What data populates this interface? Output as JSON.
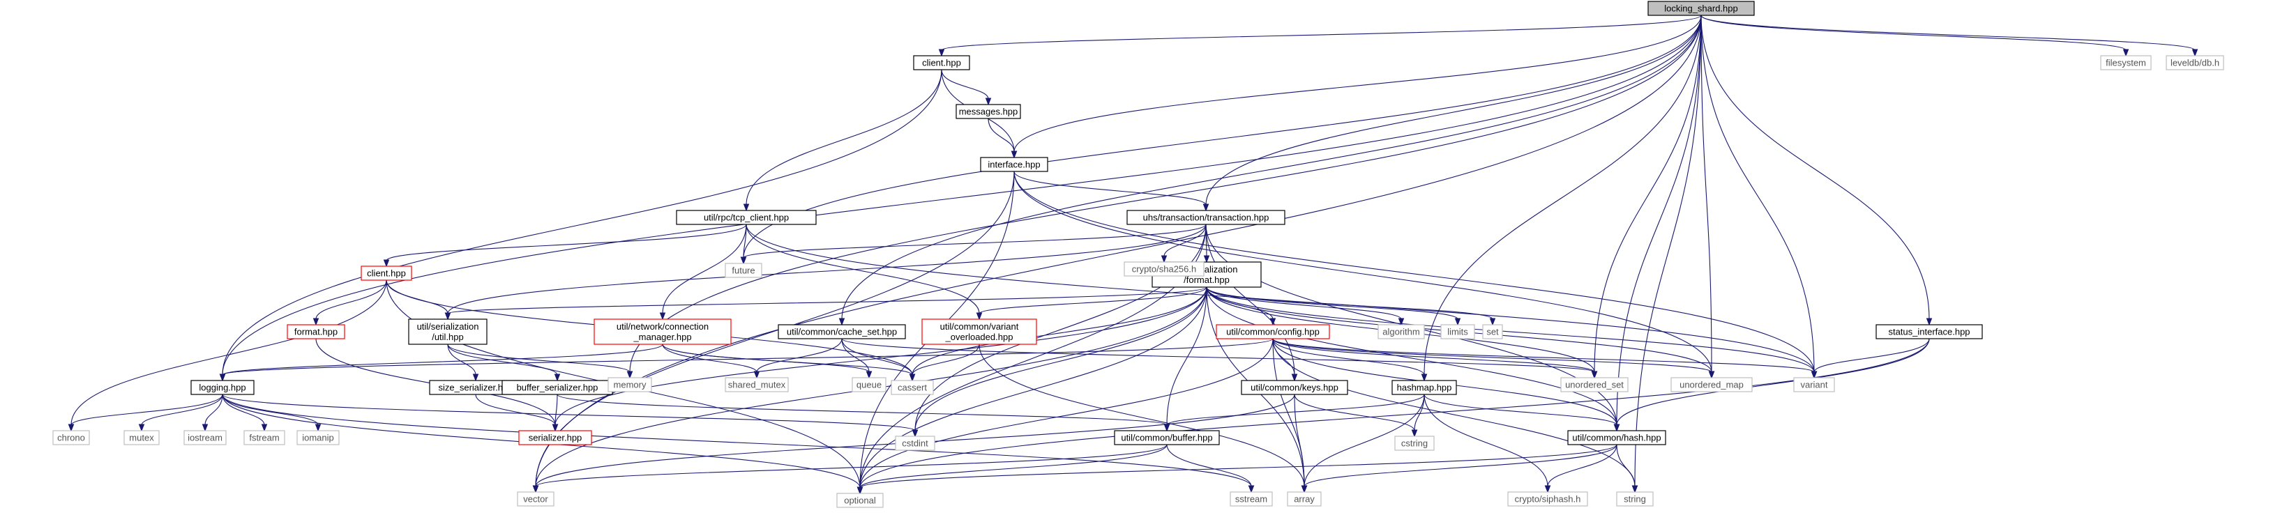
{
  "graph": {
    "title": "",
    "colors": {
      "edge": "#191970",
      "node_border": "#000000",
      "root_fill": "#bfbfbf",
      "ext_border": "#bfbfbf",
      "ext_text": "#555555",
      "linked_text": "#000000",
      "red": "#ff0000"
    },
    "nodes": [
      {
        "id": "locking_shard",
        "lines": [
          "locking_shard.hpp"
        ],
        "kind": "root"
      },
      {
        "id": "client_top",
        "lines": [
          "client.hpp"
        ],
        "kind": "doc"
      },
      {
        "id": "messages",
        "lines": [
          "messages.hpp"
        ],
        "kind": "doc"
      },
      {
        "id": "interface",
        "lines": [
          "interface.hpp"
        ],
        "kind": "doc"
      },
      {
        "id": "tcp_client",
        "lines": [
          "util/rpc/tcp_client.hpp"
        ],
        "kind": "doc"
      },
      {
        "id": "transaction",
        "lines": [
          "uhs/transaction/transaction.hpp"
        ],
        "kind": "doc"
      },
      {
        "id": "format",
        "lines": [
          "util/serialization",
          "/format.hpp"
        ],
        "kind": "doc"
      },
      {
        "id": "client_red",
        "lines": [
          "client.hpp"
        ],
        "kind": "red"
      },
      {
        "id": "format_red",
        "lines": [
          "format.hpp"
        ],
        "kind": "red"
      },
      {
        "id": "ser_util",
        "lines": [
          "util/serialization",
          "/util.hpp"
        ],
        "kind": "doc"
      },
      {
        "id": "conn_mgr",
        "lines": [
          "util/network/connection",
          "_manager.hpp"
        ],
        "kind": "red"
      },
      {
        "id": "cache_set",
        "lines": [
          "util/common/cache_set.hpp"
        ],
        "kind": "doc"
      },
      {
        "id": "variant_ol",
        "lines": [
          "util/common/variant",
          "_overloaded.hpp"
        ],
        "kind": "red"
      },
      {
        "id": "config",
        "lines": [
          "util/common/config.hpp"
        ],
        "kind": "red"
      },
      {
        "id": "status_if",
        "lines": [
          "status_interface.hpp"
        ],
        "kind": "doc"
      },
      {
        "id": "logging",
        "lines": [
          "logging.hpp"
        ],
        "kind": "doc"
      },
      {
        "id": "size_ser",
        "lines": [
          "size_serializer.hpp"
        ],
        "kind": "doc"
      },
      {
        "id": "buf_ser",
        "lines": [
          "buffer_serializer.hpp"
        ],
        "kind": "doc"
      },
      {
        "id": "keys",
        "lines": [
          "util/common/keys.hpp"
        ],
        "kind": "doc"
      },
      {
        "id": "hashmap",
        "lines": [
          "hashmap.hpp"
        ],
        "kind": "doc"
      },
      {
        "id": "serializer",
        "lines": [
          "serializer.hpp"
        ],
        "kind": "red"
      },
      {
        "id": "buffer",
        "lines": [
          "util/common/buffer.hpp"
        ],
        "kind": "doc"
      },
      {
        "id": "hash",
        "lines": [
          "util/common/hash.hpp"
        ],
        "kind": "doc"
      },
      {
        "id": "filesystem",
        "lines": [
          "filesystem"
        ],
        "kind": "ext"
      },
      {
        "id": "leveldb",
        "lines": [
          "leveldb/db.h"
        ],
        "kind": "ext"
      },
      {
        "id": "future",
        "lines": [
          "future"
        ],
        "kind": "ext"
      },
      {
        "id": "sha256",
        "lines": [
          "crypto/sha256.h"
        ],
        "kind": "ext"
      },
      {
        "id": "algorithm",
        "lines": [
          "algorithm"
        ],
        "kind": "ext"
      },
      {
        "id": "limits",
        "lines": [
          "limits"
        ],
        "kind": "ext"
      },
      {
        "id": "set",
        "lines": [
          "set"
        ],
        "kind": "ext"
      },
      {
        "id": "memory",
        "lines": [
          "memory"
        ],
        "kind": "ext"
      },
      {
        "id": "shared_mutex",
        "lines": [
          "shared_mutex"
        ],
        "kind": "ext"
      },
      {
        "id": "queue",
        "lines": [
          "queue"
        ],
        "kind": "ext"
      },
      {
        "id": "cassert",
        "lines": [
          "cassert"
        ],
        "kind": "ext"
      },
      {
        "id": "unordered_set",
        "lines": [
          "unordered_set"
        ],
        "kind": "ext"
      },
      {
        "id": "unordered_map",
        "lines": [
          "unordered_map"
        ],
        "kind": "ext"
      },
      {
        "id": "variant",
        "lines": [
          "variant"
        ],
        "kind": "ext"
      },
      {
        "id": "chrono",
        "lines": [
          "chrono"
        ],
        "kind": "ext"
      },
      {
        "id": "mutex",
        "lines": [
          "mutex"
        ],
        "kind": "ext"
      },
      {
        "id": "iostream",
        "lines": [
          "iostream"
        ],
        "kind": "ext"
      },
      {
        "id": "fstream",
        "lines": [
          "fstream"
        ],
        "kind": "ext"
      },
      {
        "id": "iomanip",
        "lines": [
          "iomanip"
        ],
        "kind": "ext"
      },
      {
        "id": "cstdint",
        "lines": [
          "cstdint"
        ],
        "kind": "ext"
      },
      {
        "id": "cstring",
        "lines": [
          "cstring"
        ],
        "kind": "ext"
      },
      {
        "id": "vector",
        "lines": [
          "vector"
        ],
        "kind": "ext"
      },
      {
        "id": "optional",
        "lines": [
          "optional"
        ],
        "kind": "ext"
      },
      {
        "id": "sstream",
        "lines": [
          "sstream"
        ],
        "kind": "ext"
      },
      {
        "id": "array",
        "lines": [
          "array"
        ],
        "kind": "ext"
      },
      {
        "id": "siphash",
        "lines": [
          "crypto/siphash.h"
        ],
        "kind": "ext"
      },
      {
        "id": "string",
        "lines": [
          "string"
        ],
        "kind": "ext"
      }
    ],
    "edges": [
      [
        "locking_shard",
        "client_top"
      ],
      [
        "locking_shard",
        "interface"
      ],
      [
        "locking_shard",
        "transaction"
      ],
      [
        "locking_shard",
        "logging"
      ],
      [
        "locking_shard",
        "memory"
      ],
      [
        "locking_shard",
        "cache_set"
      ],
      [
        "locking_shard",
        "future"
      ],
      [
        "locking_shard",
        "hashmap"
      ],
      [
        "locking_shard",
        "status_if"
      ],
      [
        "locking_shard",
        "filesystem"
      ],
      [
        "locking_shard",
        "leveldb"
      ],
      [
        "locking_shard",
        "vector"
      ],
      [
        "locking_shard",
        "unordered_map"
      ],
      [
        "locking_shard",
        "unordered_set"
      ],
      [
        "locking_shard",
        "variant"
      ],
      [
        "locking_shard",
        "hash"
      ],
      [
        "locking_shard",
        "string"
      ],
      [
        "client_top",
        "messages"
      ],
      [
        "client_top",
        "interface"
      ],
      [
        "client_top",
        "tcp_client"
      ],
      [
        "client_top",
        "logging"
      ],
      [
        "messages",
        "interface"
      ],
      [
        "interface",
        "transaction"
      ],
      [
        "interface",
        "vector"
      ],
      [
        "interface",
        "optional"
      ],
      [
        "interface",
        "variant"
      ],
      [
        "interface",
        "unordered_map"
      ],
      [
        "tcp_client",
        "client_red"
      ],
      [
        "tcp_client",
        "future"
      ],
      [
        "tcp_client",
        "conn_mgr"
      ],
      [
        "tcp_client",
        "variant_ol"
      ],
      [
        "tcp_client",
        "variant"
      ],
      [
        "transaction",
        "format"
      ],
      [
        "transaction",
        "sha256"
      ],
      [
        "transaction",
        "future"
      ],
      [
        "transaction",
        "keys"
      ],
      [
        "transaction",
        "cstdint"
      ],
      [
        "transaction",
        "ser_util"
      ],
      [
        "transaction",
        "hash"
      ],
      [
        "transaction",
        "optional"
      ],
      [
        "format",
        "config"
      ],
      [
        "format",
        "variant_ol"
      ],
      [
        "format",
        "ser_util"
      ],
      [
        "format",
        "buffer"
      ],
      [
        "format",
        "hash"
      ],
      [
        "format",
        "algorithm"
      ],
      [
        "format",
        "limits"
      ],
      [
        "format",
        "set"
      ],
      [
        "format",
        "array"
      ],
      [
        "format",
        "optional"
      ],
      [
        "format",
        "vector"
      ],
      [
        "format",
        "cassert"
      ],
      [
        "format",
        "cstdint"
      ],
      [
        "format",
        "unordered_map"
      ],
      [
        "format",
        "unordered_set"
      ],
      [
        "format",
        "variant"
      ],
      [
        "format",
        "serializer"
      ],
      [
        "client_red",
        "format_red"
      ],
      [
        "client_red",
        "ser_util"
      ],
      [
        "client_red",
        "cassert"
      ],
      [
        "client_red",
        "chrono"
      ],
      [
        "client_red",
        "optional"
      ],
      [
        "format_red",
        "serializer"
      ],
      [
        "ser_util",
        "size_ser"
      ],
      [
        "ser_util",
        "buf_ser"
      ],
      [
        "ser_util",
        "memory"
      ],
      [
        "conn_mgr",
        "shared_mutex"
      ],
      [
        "conn_mgr",
        "queue"
      ],
      [
        "conn_mgr",
        "cassert"
      ],
      [
        "conn_mgr",
        "logging"
      ],
      [
        "cache_set",
        "shared_mutex"
      ],
      [
        "cache_set",
        "queue"
      ],
      [
        "cache_set",
        "cassert"
      ],
      [
        "cache_set",
        "unordered_set"
      ],
      [
        "variant_ol",
        "cassert"
      ],
      [
        "variant_ol",
        "array"
      ],
      [
        "config",
        "logging"
      ],
      [
        "config",
        "keys"
      ],
      [
        "config",
        "hashmap"
      ],
      [
        "config",
        "hash"
      ],
      [
        "config",
        "unordered_set"
      ],
      [
        "config",
        "unordered_map"
      ],
      [
        "config",
        "variant"
      ],
      [
        "config",
        "string"
      ],
      [
        "config",
        "optional"
      ],
      [
        "config",
        "array"
      ],
      [
        "status_if",
        "hash"
      ],
      [
        "status_if",
        "variant"
      ],
      [
        "status_if",
        "optional"
      ],
      [
        "logging",
        "chrono"
      ],
      [
        "logging",
        "mutex"
      ],
      [
        "logging",
        "iostream"
      ],
      [
        "logging",
        "fstream"
      ],
      [
        "logging",
        "iomanip"
      ],
      [
        "logging",
        "optional"
      ],
      [
        "logging",
        "sstream"
      ],
      [
        "logging",
        "cstdint"
      ],
      [
        "size_ser",
        "serializer"
      ],
      [
        "buf_ser",
        "serializer"
      ],
      [
        "buf_ser",
        "buffer"
      ],
      [
        "keys",
        "array"
      ],
      [
        "keys",
        "cstring"
      ],
      [
        "keys",
        "vector"
      ],
      [
        "hashmap",
        "hash"
      ],
      [
        "hashmap",
        "buffer"
      ],
      [
        "hashmap",
        "cstring"
      ],
      [
        "hashmap",
        "array"
      ],
      [
        "hashmap",
        "siphash"
      ],
      [
        "buffer",
        "optional"
      ],
      [
        "buffer",
        "vector"
      ],
      [
        "buffer",
        "sstream"
      ],
      [
        "hash",
        "siphash"
      ],
      [
        "hash",
        "array"
      ],
      [
        "hash",
        "string"
      ],
      [
        "hash",
        "optional"
      ]
    ]
  }
}
